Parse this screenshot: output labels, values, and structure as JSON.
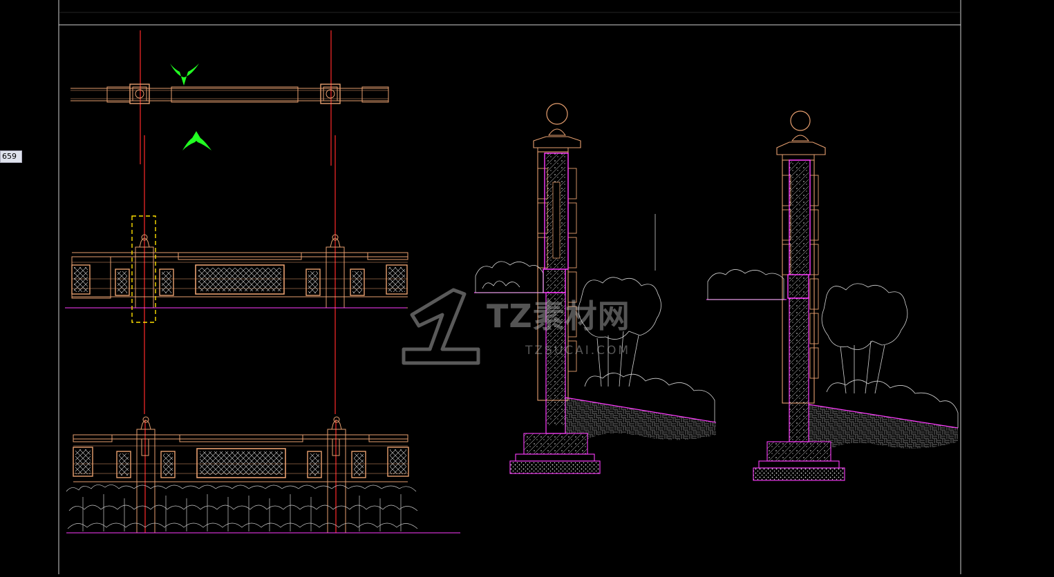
{
  "viewport": {
    "coordinate_readout": "659"
  },
  "watermark": {
    "brand": "TZ素材网",
    "url": "TZSUCAI.COM"
  },
  "colors": {
    "background": "#000000",
    "frame_line": "#cfcfcf",
    "elevation_lines": "#e8a070",
    "centerline": "#ff2a2a",
    "section_mark": "#22ff22",
    "selection_box": "#ffe000",
    "hatch": "#e6e6e6",
    "grade_line": "#ff3cff",
    "plant_lines": "#d6d6d6",
    "coord_badge_bg": "#dfe3ee"
  },
  "icons": {
    "section_marker_top": "section-arrow-down-icon",
    "section_marker_bottom": "section-arrow-up-icon"
  }
}
